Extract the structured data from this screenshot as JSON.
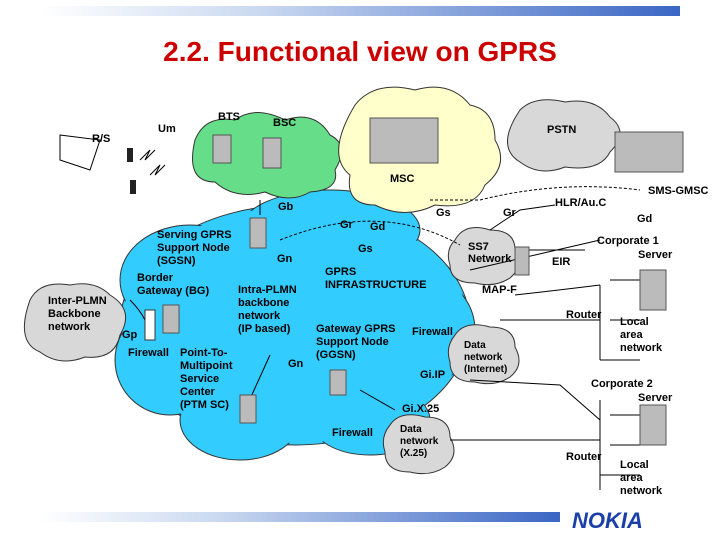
{
  "title": "2.2. Functional view on GPRS",
  "logo": "NOKIA",
  "colors": {
    "title": "#cc0000",
    "cloud_main": "#33ccff",
    "cloud_green": "#66dd88",
    "cloud_yellow": "#ffffcc",
    "cloud_grey": "#d8d8d8",
    "brand": "#1a3fa8"
  },
  "labels": {
    "bts": "BTS",
    "bsc": "BSC",
    "um": "Um",
    "rs": "R/S",
    "msc": "MSC",
    "pstn": "PSTN",
    "sms_gmsc": "SMS-GMSC",
    "hlr": "HLR/Au.C",
    "gd_right": "Gd",
    "gb": "Gb",
    "gs_top": "Gs",
    "gr_top": "Gr",
    "gr_mid": "Gr",
    "gd_mid": "Gd",
    "gs_mid": "Gs",
    "sgsn_1": "Serving GPRS",
    "sgsn_2": "Support Node",
    "sgsn_3": "(SGSN)",
    "gn_1": "Gn",
    "bg_1": "Border",
    "bg_2": "Gateway (BG)",
    "infra_1": "GPRS",
    "infra_2": "INFRASTRUCTURE",
    "ss7_1": "SS7",
    "ss7_2": "Network",
    "eir": "EIR",
    "corp1_1": "Corporate 1",
    "corp1_2": "Server",
    "interplmn_1": "Inter-PLMN",
    "interplmn_2": "Backbone",
    "interplmn_3": "network",
    "gp": "Gp",
    "intra_1": "Intra-PLMN",
    "intra_2": "backbone",
    "intra_3": "network",
    "intra_4": "(IP based)",
    "mapf": "MAP-F",
    "router1": "Router",
    "lan1_1": "Local",
    "lan1_2": "area",
    "lan1_3": "network",
    "ggsn_1": "Gateway GPRS",
    "ggsn_2": "Support Node",
    "ggsn_3": "(GGSN)",
    "firewall_1": "Firewall",
    "firewall_2": "Firewall",
    "firewall_3": "Firewall",
    "ptm_1": "Point-To-",
    "ptm_2": "Multipoint",
    "ptm_3": "Service",
    "ptm_4": "Center",
    "ptm_5": "(PTM SC)",
    "gn_2": "Gn",
    "dn_ip_1": "Data",
    "dn_ip_2": "network",
    "dn_ip_3": "(Internet)",
    "giip": "Gi.IP",
    "corp2_1": "Corporate 2",
    "corp2_2": "Server",
    "gix25": "Gi.X.25",
    "dn_x25_1": "Data",
    "dn_x25_2": "network",
    "dn_x25_3": "(X.25)",
    "router2": "Router",
    "lan2_1": "Local",
    "lan2_2": "area",
    "lan2_3": "network"
  }
}
